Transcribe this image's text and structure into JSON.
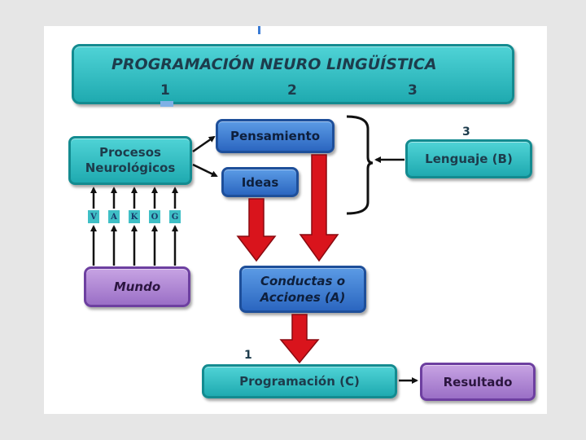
{
  "diagram": {
    "title": "PROGRAMACIÓN NEURO LINGÜÍSTICA",
    "title_numbers": [
      "1",
      "2",
      "3"
    ],
    "nodes": {
      "procesos": "Procesos\nNeurológicos",
      "pensamiento": "Pensamiento",
      "ideas": "Ideas",
      "lenguaje": "Lenguaje (B)",
      "lenguaje_number": "3",
      "mundo": "Mundo",
      "conductas": "Conductas o\nAcciones (A)",
      "programacion": "Programación (C)",
      "programacion_number": "1",
      "resultado": "Resultado"
    },
    "senses": [
      "V",
      "A",
      "K",
      "O",
      "G"
    ],
    "colors": {
      "teal": "#2bbcc1",
      "blue": "#3a7bd5",
      "purple": "#a77ad0",
      "red_arrow": "#d9141c"
    }
  }
}
